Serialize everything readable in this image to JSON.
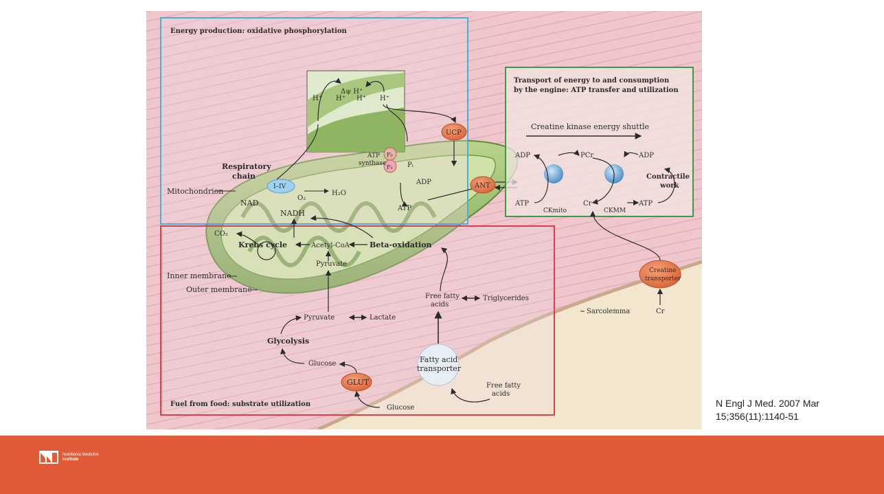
{
  "panels": {
    "energy_production": "Energy production: oxidative phosphorylation",
    "transport_title_line1": "Transport of energy to and consumption",
    "transport_title_line2": "by the engine: ATP transfer and utilization",
    "fuel": "Fuel from food: substrate utilization"
  },
  "labels": {
    "delta_psi": "Δψ H⁺",
    "h_plus": "H⁺",
    "respiratory_chain_line1": "Respiratory",
    "respiratory_chain_line2": "chain",
    "mitochondrion": "Mitochondrion",
    "complex": "I–IV",
    "nad": "NAD",
    "nadh": "NADH",
    "o2": "O₂",
    "h2o": "H₂O",
    "atp_synthase_line1": "ATP",
    "atp_synthase_line2": "synthase",
    "f0": "F₀",
    "f1": "F₁",
    "pi": "Pᵢ",
    "adp": "ADP",
    "atp": "ATP",
    "ucp": "UCP",
    "ant": "ANT",
    "co2": "CO₂",
    "krebs": "Krebs cycle",
    "acetyl_coa": "Acetyl-CoA",
    "beta_oxidation": "Beta-oxidation",
    "pyruvate": "Pyruvate",
    "inner_membrane": "Inner membrane",
    "outer_membrane": "Outer membrane",
    "lactate": "Lactate",
    "glycolysis": "Glycolysis",
    "glucose": "Glucose",
    "glut": "GLUT",
    "free_fatty_line1": "Free fatty",
    "free_fatty_line2": "acids",
    "triglycerides": "Triglycerides",
    "fatty_acid_transporter_line1": "Fatty acid",
    "fatty_acid_transporter_line2": "transporter",
    "ck_shuttle": "Creatine kinase energy shuttle",
    "pcr": "PCr",
    "cr": "Cr",
    "ck_mito": "CKmito",
    "ck_mm": "CKMM",
    "contractile_line1": "Contractile",
    "contractile_line2": "work",
    "creatine_transporter_line1": "Creatine",
    "creatine_transporter_line2": "transporter",
    "sarcolemma": "Sarcolemma"
  },
  "citation": {
    "line1": "N Engl J Med. 2007 Mar",
    "line2": "15;356(11):1140-51"
  },
  "logo": {
    "line1": "Nutritional Medicine",
    "line2": "Institute"
  },
  "colors": {
    "footer": "#e15b37",
    "energy_box": "#3fb3e0",
    "transport_box": "#3a9a4a",
    "fuel_box": "#e43b4a",
    "mito_green": "#9fbf6a",
    "pink_bg": "#efc9cf"
  }
}
